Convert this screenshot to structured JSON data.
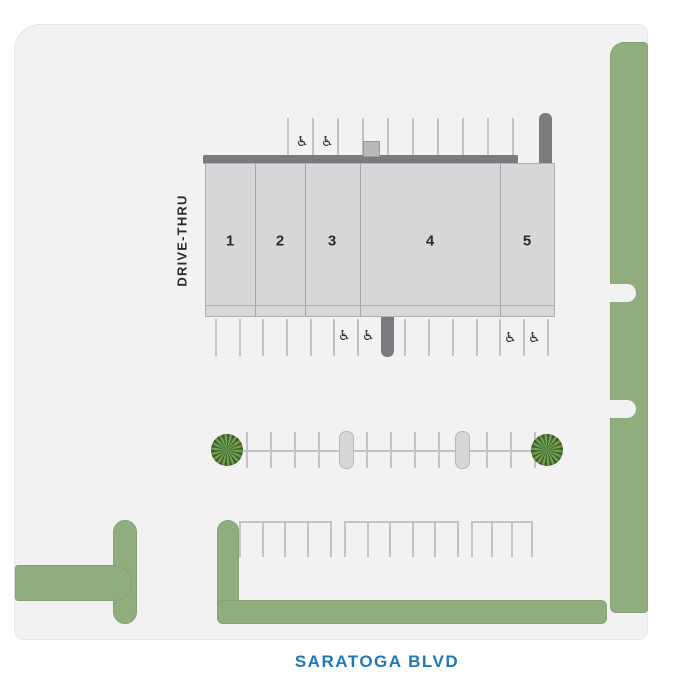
{
  "site_plan": {
    "building": {
      "drive_thru_label": "DRIVE-THRU",
      "units": [
        "1",
        "2",
        "3",
        "4",
        "5"
      ]
    },
    "street": {
      "label": "SARATOGA BLVD"
    },
    "icons": {
      "wheelchair_glyph": "♿"
    },
    "colors": {
      "lot_gray": "#f2f2f3",
      "landscape_green": "#8fad7d",
      "tree_dark_green": "#3f6b2e",
      "tree_light_green": "#7ca558",
      "building_gray": "#d5d7d9",
      "wall_dark_gray": "#797b7e",
      "parking_line_gray": "#c2c4c6",
      "unit_text_dark": "#2b2b2b",
      "icon_dark": "#2e2e2e",
      "street_label_blue": "#1f78b8"
    }
  }
}
